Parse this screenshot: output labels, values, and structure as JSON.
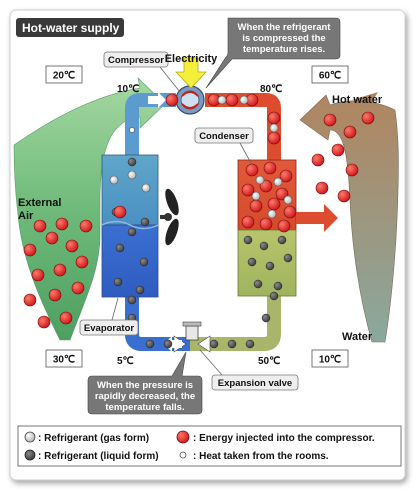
{
  "title": "Hot-water supply",
  "labels": {
    "compressor": "Compressor",
    "electricity": "Electricity",
    "condenser": "Condenser",
    "evaporator": "Evaporator",
    "expansion_valve": "Expansion valve",
    "external_air_line1": "External",
    "external_air_line2": "Air",
    "hot_water": "Hot water",
    "water": "Water"
  },
  "temperatures": {
    "air_in": "20℃",
    "air_out": "30℃",
    "water_out": "60℃",
    "water_in": "10℃",
    "compressor_in": "10℃",
    "compressor_out": "80℃",
    "valve_in": "50℃",
    "valve_out": "5℃"
  },
  "callouts": {
    "compressed": [
      "When the refrigerant",
      "is compressed the",
      "temperature rises."
    ],
    "pressure": [
      "When the pressure is",
      "rapidly decreased, the",
      "temperature falls."
    ]
  },
  "legend": {
    "gas": ": Refrigerant (gas form)",
    "liquid": ": Refrigerant (liquid form)",
    "energy": ": Energy injected into the compressor.",
    "heat": ": Heat taken from the rooms."
  },
  "colors": {
    "accent_dark": "#3a3a3a",
    "hot_red": "#d9402a",
    "cold_blue": "#3a72c8",
    "air_green": "#6aa86a",
    "liquid_olive": "#a8b56a",
    "electricity_yellow": "#f4ef3a",
    "water_brown": "#a07a55"
  }
}
